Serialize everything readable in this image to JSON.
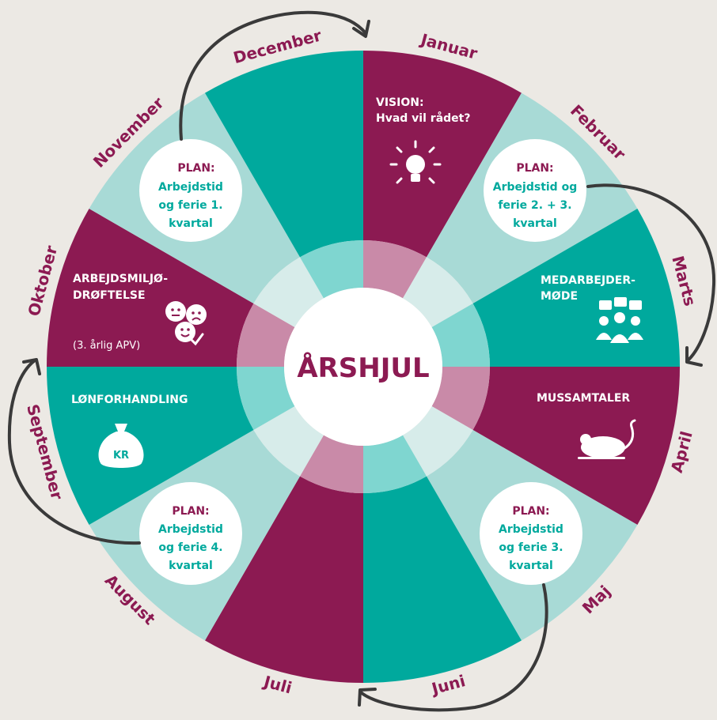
{
  "center_title": "ÅRSHJUL",
  "months": [
    "Januar",
    "Februar",
    "Marts",
    "April",
    "Maj",
    "Juni",
    "Juli",
    "August",
    "September",
    "Oktober",
    "November",
    "December"
  ],
  "colors": {
    "background": "#ece9e4",
    "plum": "#8c1a52",
    "teal": "#00a99d",
    "teal_light": "#a8dad6",
    "plum_light": "#c98aa8",
    "teal_mid": "#7fd6d0",
    "inner_pale": "#d7ecea",
    "arrow": "#3a3a3a"
  },
  "segments": {
    "januar": {
      "title_line1": "VISION:",
      "title_line2": "Hvad vil rådet?",
      "icon": "lightbulb-icon"
    },
    "marts": {
      "title_line1": "MEDARBEJDER-",
      "title_line2": "MØDE",
      "icon": "meeting-icon"
    },
    "april": {
      "title": "MUSSAMTALER",
      "icon": "mouse-icon"
    },
    "oktober": {
      "title_line1": "ARBEJDSMILJØ-",
      "title_line2": "DRØFTELSE",
      "note": "(3. årlig APV)",
      "icon": "faces-icon"
    },
    "september": {
      "title": "LØNFORHANDLING",
      "icon": "money-bag-icon",
      "bag_text": "KR"
    }
  },
  "plans": {
    "november": {
      "head": "PLAN:",
      "lines": [
        "Arbejdstid",
        "og ferie 1.",
        "kvartal"
      ]
    },
    "februar": {
      "head": "PLAN:",
      "lines": [
        "Arbejdstid og",
        "ferie 2. + 3.",
        "kvartal"
      ]
    },
    "maj": {
      "head": "PLAN:",
      "lines": [
        "Arbejdstid",
        "og ferie 3.",
        "kvartal"
      ]
    },
    "august": {
      "head": "PLAN:",
      "lines": [
        "Arbejdstid",
        "og ferie 4.",
        "kvartal"
      ]
    }
  }
}
